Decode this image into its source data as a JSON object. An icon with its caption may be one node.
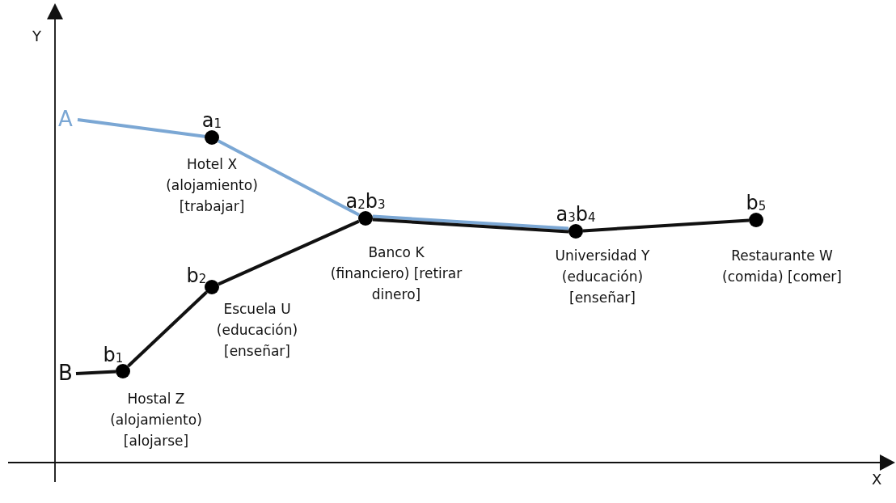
{
  "diagram": {
    "nodes": [
      {
        "text": [
          "A"
        ]
      },
      {
        "text": [
          "B"
        ]
      },
      {
        "text": [],
        "shape": "circle",
        "beside": [
          "a$_{1}$",
          "Hotel X (alojamiento) [trabajar]"
        ]
      },
      {
        "text": [],
        "shape": "circle",
        "beside": [
          "b$_{1}$",
          "Hostal Z (alojamiento) [alojarse]"
        ]
      },
      {
        "text": [],
        "shape": "circle",
        "beside": [
          "b$_{2}$",
          "Escuela U (educación) [enseñar]"
        ]
      },
      {
        "text": [],
        "shape": "circle",
        "beside": [
          "a$_{2}$b$_{3}$",
          "Banco K (financiero) [retirar dinero]"
        ]
      },
      {
        "text": [],
        "shape": "circle",
        "beside": [
          "a$_{3}$b$_{4}$",
          "Universidad Y (educación) [enseñar]"
        ]
      },
      {
        "text": [],
        "shape": "circle",
        "beside": [
          "b$_{5}$",
          "Restaurante W (comida) [comer]"
        ]
      }
    ],
    "edges": [
      {
        "from": 0,
        "to": 2,
        "arrow": "none",
        "color": "#7ba7d4"
      },
      {
        "from": 2,
        "to": 5,
        "arrow": "none",
        "color": "#7ba7d4"
      },
      {
        "from": 5,
        "to": 6,
        "arrow": "none",
        "color": "#7ba7d4"
      },
      {
        "from": 1,
        "to": 3,
        "arrow": "none"
      },
      {
        "from": 3,
        "to": 4,
        "arrow": "none"
      },
      {
        "from": 4,
        "to": 5,
        "arrow": "none"
      },
      {
        "from": 5,
        "to": 6,
        "arrow": "none"
      },
      {
        "from": 6,
        "to": 7,
        "arrow": "none"
      }
    ],
    "labels": [
      "Y",
      "X"
    ]
  }
}
